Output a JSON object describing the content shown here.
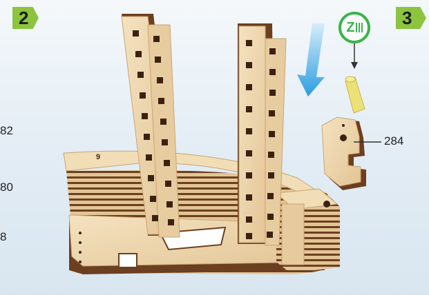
{
  "steps": {
    "left": "2",
    "right": "3"
  },
  "edge_numbers": [
    "82",
    "80",
    "8"
  ],
  "part_number": "284",
  "tool_label": "Z",
  "engraving": "9",
  "colors": {
    "badge": "#8cc43f",
    "tool_ring": "#3ab44a",
    "arrow": "#2b9de0",
    "wood_light": "#efd9b0",
    "wood_dark": "#6e4221",
    "peg": "#ece079"
  },
  "icons": [
    "glue-stick-icon",
    "blue-arrow-icon"
  ]
}
